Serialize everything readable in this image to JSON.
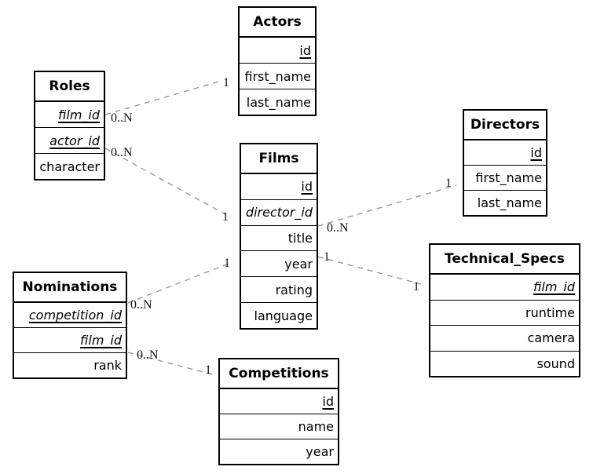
{
  "colors": {
    "table_border": "#000000",
    "relation_line": "#999999",
    "text": "#000000",
    "background": "#ffffff"
  },
  "tables": [
    {
      "name": "Actors",
      "fields": [
        {
          "label": "id",
          "pk": true,
          "fk": false
        },
        {
          "label": "first_name",
          "pk": false,
          "fk": false
        },
        {
          "label": "last_name",
          "pk": false,
          "fk": false
        }
      ]
    },
    {
      "name": "Roles",
      "fields": [
        {
          "label": "film_id",
          "pk": true,
          "fk": true
        },
        {
          "label": "actor_id",
          "pk": true,
          "fk": true
        },
        {
          "label": "character",
          "pk": false,
          "fk": false
        }
      ]
    },
    {
      "name": "Films",
      "fields": [
        {
          "label": "id",
          "pk": true,
          "fk": false
        },
        {
          "label": "director_id",
          "pk": false,
          "fk": true
        },
        {
          "label": "title",
          "pk": false,
          "fk": false
        },
        {
          "label": "year",
          "pk": false,
          "fk": false
        },
        {
          "label": "rating",
          "pk": false,
          "fk": false
        },
        {
          "label": "language",
          "pk": false,
          "fk": false
        }
      ]
    },
    {
      "name": "Directors",
      "fields": [
        {
          "label": "id",
          "pk": true,
          "fk": false
        },
        {
          "label": "first_name",
          "pk": false,
          "fk": false
        },
        {
          "label": "last_name",
          "pk": false,
          "fk": false
        }
      ]
    },
    {
      "name": "Technical_Specs",
      "fields": [
        {
          "label": "film_id",
          "pk": true,
          "fk": true
        },
        {
          "label": "runtime",
          "pk": false,
          "fk": false
        },
        {
          "label": "camera",
          "pk": false,
          "fk": false
        },
        {
          "label": "sound",
          "pk": false,
          "fk": false
        }
      ]
    },
    {
      "name": "Nominations",
      "fields": [
        {
          "label": "competition_id",
          "pk": true,
          "fk": true
        },
        {
          "label": "film_id",
          "pk": true,
          "fk": true
        },
        {
          "label": "rank",
          "pk": false,
          "fk": false
        }
      ]
    },
    {
      "name": "Competitions",
      "fields": [
        {
          "label": "id",
          "pk": true,
          "fk": false
        },
        {
          "label": "name",
          "pk": false,
          "fk": false
        },
        {
          "label": "year",
          "pk": false,
          "fk": false
        }
      ]
    }
  ],
  "relations": [
    {
      "from": "Roles",
      "to": "Actors",
      "from_card": "0..N",
      "to_card": "1"
    },
    {
      "from": "Roles",
      "to": "Films",
      "from_card": "0..N",
      "to_card": "1"
    },
    {
      "from": "Nominations",
      "to": "Films",
      "from_card": "0..N",
      "to_card": "1"
    },
    {
      "from": "Films",
      "to": "Directors",
      "from_card": "0..N",
      "to_card": "1"
    },
    {
      "from": "Films",
      "to": "Technical_Specs",
      "from_card": "1",
      "to_card": "1"
    },
    {
      "from": "Nominations",
      "to": "Competitions",
      "from_card": "0..N",
      "to_card": "1"
    }
  ]
}
